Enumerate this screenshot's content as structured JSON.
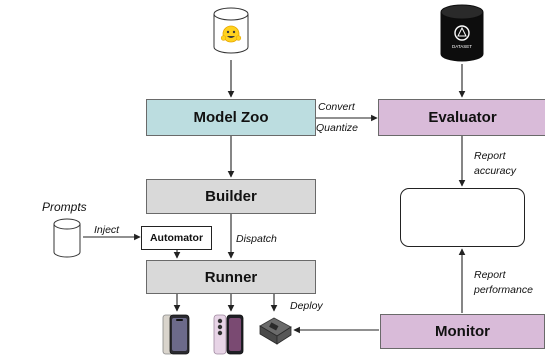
{
  "nodes": {
    "model_zoo": "Model Zoo",
    "evaluator": "Evaluator",
    "builder": "Builder",
    "automator": "Automator",
    "runner": "Runner",
    "monitor": "Monitor"
  },
  "edges": {
    "convert": "Convert",
    "quantize": "Quantize",
    "report_accuracy_1": "Report",
    "report_accuracy_2": "accuracy",
    "inject": "Inject",
    "dispatch": "Dispatch",
    "deploy": "Deploy",
    "report_performance_1": "Report",
    "report_performance_2": "performance"
  },
  "prompts_label": "Prompts",
  "dataset_logo_text": "DATASET",
  "emoji": "🤗",
  "colors": {
    "model_zoo_fill": "#bcdde0",
    "builder_fill": "#d9d9d9",
    "evaluator_fill": "#d9bbd9"
  },
  "icons": [
    "huggingface-cylinder-icon",
    "dataset-cylinder-icon",
    "prompts-cylinder-icon",
    "chart-document-icon",
    "text-document-icon",
    "phone-icon",
    "foldable-phone-icon",
    "dev-board-icon"
  ]
}
